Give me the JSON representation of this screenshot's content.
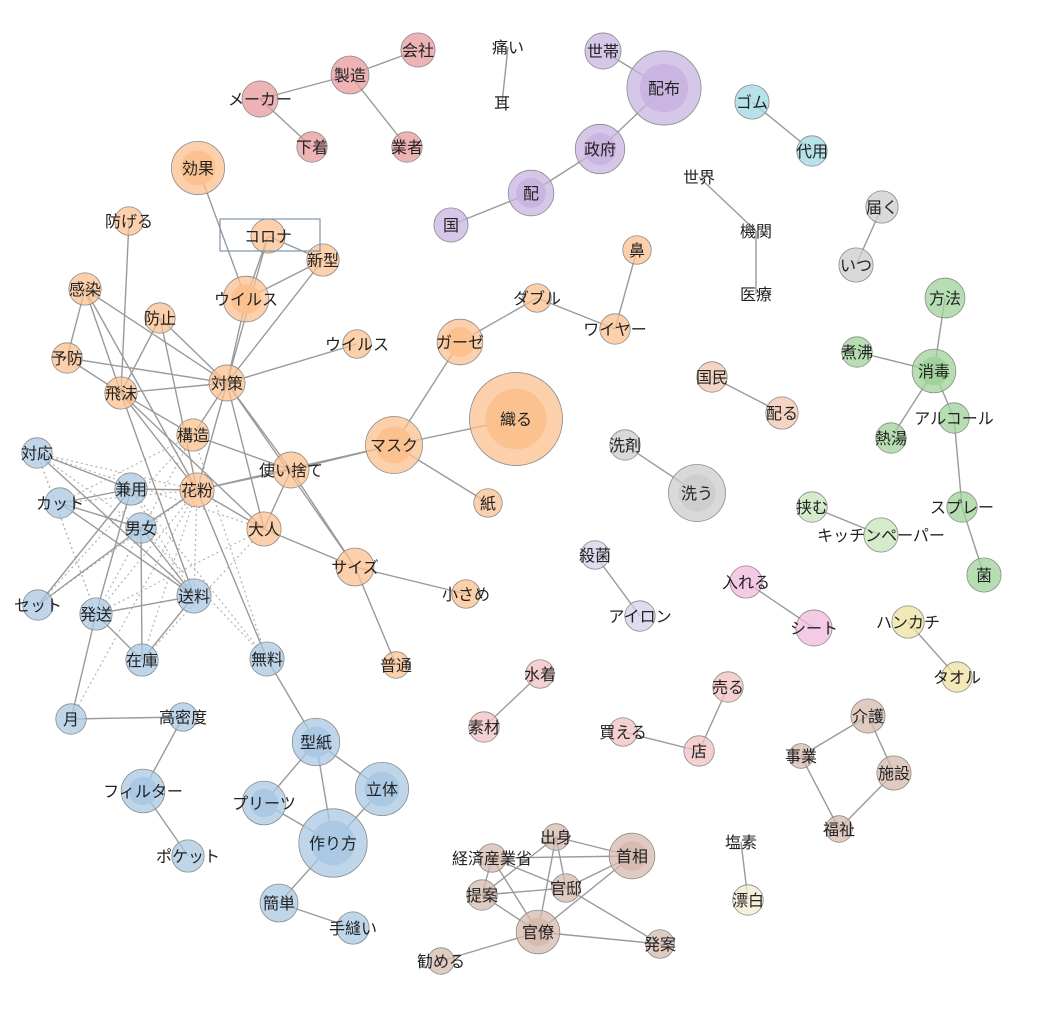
{
  "network": {
    "nodes": [
      {
        "id": "kaisha",
        "label": "会社",
        "group": "red",
        "size": 1
      },
      {
        "id": "seizo",
        "label": "製造",
        "group": "red",
        "size": 1.2
      },
      {
        "id": "maker",
        "label": "メーカー",
        "group": "red",
        "size": 1.1
      },
      {
        "id": "shitagi",
        "label": "下着",
        "group": "red",
        "size": 0.8
      },
      {
        "id": "gyosha",
        "label": "業者",
        "group": "red",
        "size": 0.8
      },
      {
        "id": "itai",
        "label": "痛い",
        "group": "none",
        "size": 0.5
      },
      {
        "id": "mimi",
        "label": "耳",
        "group": "none",
        "size": 0.5
      },
      {
        "id": "setai",
        "label": "世帯",
        "group": "purple",
        "size": 1.1
      },
      {
        "id": "haifu",
        "label": "配布",
        "group": "purple",
        "size": 3.1
      },
      {
        "id": "seifu",
        "label": "政府",
        "group": "purple",
        "size": 1.8
      },
      {
        "id": "hai",
        "label": "配",
        "group": "purple",
        "size": 1.6
      },
      {
        "id": "kuni",
        "label": "国",
        "group": "purple",
        "size": 1
      },
      {
        "id": "gomu",
        "label": "ゴム",
        "group": "cyan",
        "size": 1
      },
      {
        "id": "daiyo",
        "label": "代用",
        "group": "cyan",
        "size": 0.8
      },
      {
        "id": "sekai",
        "label": "世界",
        "group": "none",
        "size": 0.5
      },
      {
        "id": "kikan",
        "label": "機関",
        "group": "none",
        "size": 0.5
      },
      {
        "id": "iryo",
        "label": "医療",
        "group": "none",
        "size": 0.5
      },
      {
        "id": "todoku",
        "label": "届く",
        "group": "gray",
        "size": 0.9
      },
      {
        "id": "itsu",
        "label": "いつ",
        "group": "gray",
        "size": 1
      },
      {
        "id": "koka",
        "label": "効果",
        "group": "orange",
        "size": 2
      },
      {
        "id": "corona",
        "label": "コロナ",
        "group": "orange",
        "size": 1
      },
      {
        "id": "shingata",
        "label": "新型",
        "group": "orange",
        "size": 0.9
      },
      {
        "id": "virus",
        "label": "ウイルス",
        "group": "orange",
        "size": 1.6
      },
      {
        "id": "fusegu",
        "label": "防げる",
        "group": "orange",
        "size": 0.7
      },
      {
        "id": "kansen",
        "label": "感染",
        "group": "orange",
        "size": 0.9
      },
      {
        "id": "boshi",
        "label": "防止",
        "group": "orange",
        "size": 0.8
      },
      {
        "id": "yobo",
        "label": "予防",
        "group": "orange",
        "size": 0.8
      },
      {
        "id": "himatsu",
        "label": "飛沫",
        "group": "orange",
        "size": 0.9
      },
      {
        "id": "taisaku",
        "label": "対策",
        "group": "orange",
        "size": 1.1
      },
      {
        "id": "virus2",
        "label": "ウイルス",
        "group": "orange",
        "size": 0.7
      },
      {
        "id": "kozo",
        "label": "構造",
        "group": "orange",
        "size": 0.9
      },
      {
        "id": "kafun",
        "label": "花粉",
        "group": "orange",
        "size": 1
      },
      {
        "id": "tsukaisute",
        "label": "使い捨て",
        "group": "orange",
        "size": 1.1
      },
      {
        "id": "otona",
        "label": "大人",
        "group": "orange",
        "size": 1
      },
      {
        "id": "size",
        "label": "サイズ",
        "group": "orange",
        "size": 1.2
      },
      {
        "id": "kosame",
        "label": "小さめ",
        "group": "orange",
        "size": 0.7
      },
      {
        "id": "futsu",
        "label": "普通",
        "group": "orange",
        "size": 0.6
      },
      {
        "id": "gauze",
        "label": "ガーゼ",
        "group": "orange",
        "size": 1.6
      },
      {
        "id": "double",
        "label": "ダブル",
        "group": "orange",
        "size": 0.7
      },
      {
        "id": "wire",
        "label": "ワイヤー",
        "group": "orange",
        "size": 0.8
      },
      {
        "id": "hana",
        "label": "鼻",
        "group": "orange",
        "size": 0.7
      },
      {
        "id": "mask",
        "label": "マスク",
        "group": "orange",
        "size": 2.2
      },
      {
        "id": "oru",
        "label": "織る",
        "group": "orange",
        "size": 4.1
      },
      {
        "id": "kami",
        "label": "紙",
        "group": "orange",
        "size": 0.7
      },
      {
        "id": "taio",
        "label": "対応",
        "group": "blue",
        "size": 0.8
      },
      {
        "id": "kenyo",
        "label": "兼用",
        "group": "blue",
        "size": 0.9
      },
      {
        "id": "cut",
        "label": "カット",
        "group": "blue",
        "size": 0.8
      },
      {
        "id": "danjo",
        "label": "男女",
        "group": "blue",
        "size": 0.8
      },
      {
        "id": "set",
        "label": "セット",
        "group": "blue",
        "size": 0.8
      },
      {
        "id": "hasso",
        "label": "発送",
        "group": "blue",
        "size": 0.9
      },
      {
        "id": "soryo",
        "label": "送料",
        "group": "blue",
        "size": 1
      },
      {
        "id": "zaiko",
        "label": "在庫",
        "group": "blue",
        "size": 0.9
      },
      {
        "id": "muryo",
        "label": "無料",
        "group": "blue",
        "size": 1
      },
      {
        "id": "tsuki",
        "label": "月",
        "group": "blue",
        "size": 0.8
      },
      {
        "id": "komitsudo",
        "label": "高密度",
        "group": "blue",
        "size": 0.7
      },
      {
        "id": "filter",
        "label": "フィルター",
        "group": "blue",
        "size": 1.5
      },
      {
        "id": "pocket",
        "label": "ポケット",
        "group": "blue",
        "size": 0.9
      },
      {
        "id": "katagami",
        "label": "型紙",
        "group": "blue",
        "size": 1.7
      },
      {
        "id": "rittai",
        "label": "立体",
        "group": "blue",
        "size": 2
      },
      {
        "id": "pleats",
        "label": "プリーツ",
        "group": "blue",
        "size": 1.5
      },
      {
        "id": "tsukurikata",
        "label": "作り方",
        "group": "blue",
        "size": 2.8
      },
      {
        "id": "kantan",
        "label": "簡単",
        "group": "blue",
        "size": 1.2
      },
      {
        "id": "tenui",
        "label": "手縫い",
        "group": "blue",
        "size": 0.9
      },
      {
        "id": "gauze_dummy",
        "label": "",
        "group": "none",
        "size": 0
      },
      {
        "id": "double_dummy",
        "label": "",
        "group": "none",
        "size": 0
      },
      {
        "id": "kokumin",
        "label": "国民",
        "group": "peach",
        "size": 0.8
      },
      {
        "id": "kubaru",
        "label": "配る",
        "group": "peach",
        "size": 0.9
      },
      {
        "id": "senzai",
        "label": "洗剤",
        "group": "gray",
        "size": 0.8
      },
      {
        "id": "arau",
        "label": "洗う",
        "group": "gray",
        "size": 2.2
      },
      {
        "id": "hoho",
        "label": "方法",
        "group": "green",
        "size": 1.3
      },
      {
        "id": "shafutsu",
        "label": "煮沸",
        "group": "green",
        "size": 0.8
      },
      {
        "id": "shodoku",
        "label": "消毒",
        "group": "green",
        "size": 1.5
      },
      {
        "id": "alcohol",
        "label": "アルコール",
        "group": "green",
        "size": 0.8
      },
      {
        "id": "netto",
        "label": "熱湯",
        "group": "green",
        "size": 0.8
      },
      {
        "id": "hasamu",
        "label": "挟む",
        "group": "lightgreen",
        "size": 0.8
      },
      {
        "id": "kitchen",
        "label": "キッチンペーパー",
        "group": "lightgreen",
        "size": 1
      },
      {
        "id": "spray",
        "label": "スプレー",
        "group": "green",
        "size": 0.8
      },
      {
        "id": "kin",
        "label": "菌",
        "group": "green",
        "size": 1
      },
      {
        "id": "sakkin",
        "label": "殺菌",
        "group": "lavender",
        "size": 0.7
      },
      {
        "id": "iron",
        "label": "アイロン",
        "group": "lavender",
        "size": 0.8
      },
      {
        "id": "ireru",
        "label": "入れる",
        "group": "pink",
        "size": 0.9
      },
      {
        "id": "sheet",
        "label": "シート",
        "group": "pink",
        "size": 1.1
      },
      {
        "id": "handkerchief",
        "label": "ハンカチ",
        "group": "yellow",
        "size": 0.9
      },
      {
        "id": "towel",
        "label": "タオル",
        "group": "yellow",
        "size": 0.8
      },
      {
        "id": "mizugi",
        "label": "水着",
        "group": "salmon",
        "size": 0.7
      },
      {
        "id": "sozai",
        "label": "素材",
        "group": "salmon",
        "size": 0.8
      },
      {
        "id": "uru",
        "label": "売る",
        "group": "salmon",
        "size": 0.8
      },
      {
        "id": "kaeru",
        "label": "買える",
        "group": "salmon",
        "size": 0.7
      },
      {
        "id": "mise",
        "label": "店",
        "group": "salmon",
        "size": 0.8
      },
      {
        "id": "kaigo",
        "label": "介護",
        "group": "tan",
        "size": 1
      },
      {
        "id": "jigyo",
        "label": "事業",
        "group": "tan",
        "size": 0.5
      },
      {
        "id": "shisetsu",
        "label": "施設",
        "group": "tan",
        "size": 1
      },
      {
        "id": "fukushi",
        "label": "福祉",
        "group": "tan",
        "size": 0.6
      },
      {
        "id": "enso",
        "label": "塩素",
        "group": "none",
        "size": 0.5
      },
      {
        "id": "hyohaku",
        "label": "漂白",
        "group": "ivory",
        "size": 0.8
      },
      {
        "id": "shusshin",
        "label": "出身",
        "group": "tan",
        "size": 0.6
      },
      {
        "id": "keisansho",
        "label": "経済産業省",
        "group": "tan",
        "size": 0.7
      },
      {
        "id": "shusho",
        "label": "首相",
        "group": "tan",
        "size": 1.6
      },
      {
        "id": "kantei",
        "label": "官邸",
        "group": "tan",
        "size": 0.7
      },
      {
        "id": "teian",
        "label": "提案",
        "group": "tan",
        "size": 0.8
      },
      {
        "id": "kanryo",
        "label": "官僚",
        "group": "tan",
        "size": 1.5
      },
      {
        "id": "hatsuan",
        "label": "発案",
        "group": "tan",
        "size": 0.7
      },
      {
        "id": "susumeru",
        "label": "勧める",
        "group": "tan",
        "size": 0.6
      }
    ],
    "edges": [
      [
        "maker",
        "seizo"
      ],
      [
        "seizo",
        "kaisha"
      ],
      [
        "seizo",
        "gyosha"
      ],
      [
        "maker",
        "shitagi"
      ],
      [
        "itai",
        "mimi"
      ],
      [
        "setai",
        "haifu"
      ],
      [
        "haifu",
        "seifu"
      ],
      [
        "seifu",
        "hai"
      ],
      [
        "hai",
        "kuni"
      ],
      [
        "gomu",
        "daiyo"
      ],
      [
        "sekai",
        "kikan"
      ],
      [
        "kikan",
        "iryo"
      ],
      [
        "todoku",
        "itsu"
      ],
      [
        "koka",
        "virus"
      ],
      [
        "corona",
        "virus"
      ],
      [
        "corona",
        "shingata"
      ],
      [
        "shingata",
        "virus"
      ],
      [
        "corona",
        "taisaku"
      ],
      [
        "shingata",
        "taisaku"
      ],
      [
        "virus",
        "taisaku"
      ],
      [
        "fusegu",
        "himatsu"
      ],
      [
        "kansen",
        "yobo"
      ],
      [
        "kansen",
        "himatsu"
      ],
      [
        "kansen",
        "taisaku"
      ],
      [
        "kansen",
        "kafun"
      ],
      [
        "boshi",
        "himatsu"
      ],
      [
        "boshi",
        "kafun"
      ],
      [
        "boshi",
        "taisaku"
      ],
      [
        "yobo",
        "himatsu"
      ],
      [
        "yobo",
        "taisaku"
      ],
      [
        "himatsu",
        "taisaku"
      ],
      [
        "himatsu",
        "kafun"
      ],
      [
        "himatsu",
        "kozo"
      ],
      [
        "himatsu",
        "otona"
      ],
      [
        "himatsu",
        "soryo"
      ],
      [
        "taisaku",
        "virus2"
      ],
      [
        "taisaku",
        "kozo"
      ],
      [
        "taisaku",
        "kafun"
      ],
      [
        "taisaku",
        "tsukaisute"
      ],
      [
        "taisaku",
        "otona"
      ],
      [
        "taisaku",
        "size"
      ],
      [
        "kozo",
        "tsukaisute"
      ],
      [
        "kafun",
        "tsukaisute"
      ],
      [
        "kafun",
        "otona"
      ],
      [
        "kafun",
        "muryo"
      ],
      [
        "kafun",
        "danjo"
      ],
      [
        "tsukaisute",
        "mask"
      ],
      [
        "tsukaisute",
        "size"
      ],
      [
        "tsukaisute",
        "otona"
      ],
      [
        "size",
        "kosame"
      ],
      [
        "size",
        "futsu"
      ],
      [
        "otona",
        "size"
      ],
      [
        "mask",
        "gauze"
      ],
      [
        "mask",
        "oru"
      ],
      [
        "mask",
        "kami"
      ],
      [
        "mask",
        "kafun"
      ],
      [
        "gauze",
        "double"
      ],
      [
        "double",
        "wire"
      ],
      [
        "wire",
        "hana"
      ],
      [
        "taio",
        "kenyo"
      ],
      [
        "taio",
        "soryo"
      ],
      [
        "kenyo",
        "cut"
      ],
      [
        "kenyo",
        "set"
      ],
      [
        "kenyo",
        "hasso"
      ],
      [
        "kenyo",
        "kafun"
      ],
      [
        "cut",
        "danjo"
      ],
      [
        "cut",
        "soryo"
      ],
      [
        "danjo",
        "soryo"
      ],
      [
        "danjo",
        "set"
      ],
      [
        "danjo",
        "zaiko"
      ],
      [
        "hasso",
        "soryo"
      ],
      [
        "hasso",
        "zaiko"
      ],
      [
        "hasso",
        "tsuki"
      ],
      [
        "soryo",
        "zaiko"
      ],
      [
        "muryo",
        "katagami"
      ],
      [
        "tsuki",
        "komitsudo"
      ],
      [
        "komitsudo",
        "filter"
      ],
      [
        "filter",
        "pocket"
      ],
      [
        "katagami",
        "rittai"
      ],
      [
        "katagami",
        "pleats"
      ],
      [
        "katagami",
        "tsukurikata"
      ],
      [
        "rittai",
        "tsukurikata"
      ],
      [
        "pleats",
        "tsukurikata"
      ],
      [
        "tsukurikata",
        "kantan"
      ],
      [
        "kantan",
        "tenui"
      ],
      [
        "kokumin",
        "kubaru"
      ],
      [
        "senzai",
        "arau"
      ],
      [
        "hoho",
        "shodoku"
      ],
      [
        "shafutsu",
        "shodoku"
      ],
      [
        "shodoku",
        "netto"
      ],
      [
        "shodoku",
        "alcohol"
      ],
      [
        "alcohol",
        "spray"
      ],
      [
        "spray",
        "kin"
      ],
      [
        "hasamu",
        "kitchen"
      ],
      [
        "sakkin",
        "iron"
      ],
      [
        "ireru",
        "sheet"
      ],
      [
        "handkerchief",
        "towel"
      ],
      [
        "mizugi",
        "sozai"
      ],
      [
        "uru",
        "mise"
      ],
      [
        "kaeru",
        "mise"
      ],
      [
        "kaigo",
        "jigyo"
      ],
      [
        "kaigo",
        "shisetsu"
      ],
      [
        "jigyo",
        "fukushi"
      ],
      [
        "fukushi",
        "shisetsu"
      ],
      [
        "enso",
        "hyohaku"
      ],
      [
        "keisansho",
        "shusho"
      ],
      [
        "keisansho",
        "kantei"
      ],
      [
        "keisansho",
        "teian"
      ],
      [
        "keisansho",
        "kanryo"
      ],
      [
        "shusshin",
        "teian"
      ],
      [
        "shusshin",
        "kanryo"
      ],
      [
        "shusshin",
        "shusho"
      ],
      [
        "shusshin",
        "kantei"
      ],
      [
        "shusho",
        "kantei"
      ],
      [
        "shusho",
        "kanryo"
      ],
      [
        "kantei",
        "teian"
      ],
      [
        "teian",
        "kanryo"
      ],
      [
        "kanryo",
        "hatsuan"
      ],
      [
        "kanryo",
        "susumeru"
      ],
      [
        "kantei",
        "hatsuan"
      ]
    ],
    "dotted_edges": [
      [
        "taio",
        "hasso"
      ],
      [
        "taio",
        "kafun"
      ],
      [
        "taio",
        "danjo"
      ],
      [
        "taio",
        "hasso"
      ],
      [
        "hasso",
        "kafun"
      ],
      [
        "set",
        "kafun"
      ],
      [
        "zaiko",
        "kafun"
      ],
      [
        "muryo",
        "danjo"
      ],
      [
        "kenyo",
        "soryo"
      ],
      [
        "cut",
        "kafun"
      ],
      [
        "soryo",
        "kafun"
      ],
      [
        "muryo",
        "kenyo"
      ],
      [
        "hasso",
        "kozo"
      ],
      [
        "hasso",
        "otona"
      ],
      [
        "zaiko",
        "otona"
      ],
      [
        "cut",
        "kozo"
      ],
      [
        "set",
        "kozo"
      ],
      [
        "taio",
        "otona"
      ],
      [
        "tsuki",
        "kafun"
      ],
      [
        "muryo",
        "kozo"
      ]
    ],
    "highlighted_node": "corona",
    "group_colors": {
      "red": "#e8999c",
      "purple": "#c8b3df",
      "cyan": "#9fd8e3",
      "gray": "#cccccc",
      "orange": "#fbc08d",
      "blue": "#a9c8e3",
      "peach": "#f2c6b0",
      "green": "#9fd39a",
      "lightgreen": "#c5e6b8",
      "lavender": "#d6cfe8",
      "pink": "#f0b8dc",
      "yellow": "#eee0a0",
      "salmon": "#f2c0c0",
      "tan": "#d5b9ad",
      "ivory": "#f1ead0",
      "none": "#ffffff"
    }
  }
}
